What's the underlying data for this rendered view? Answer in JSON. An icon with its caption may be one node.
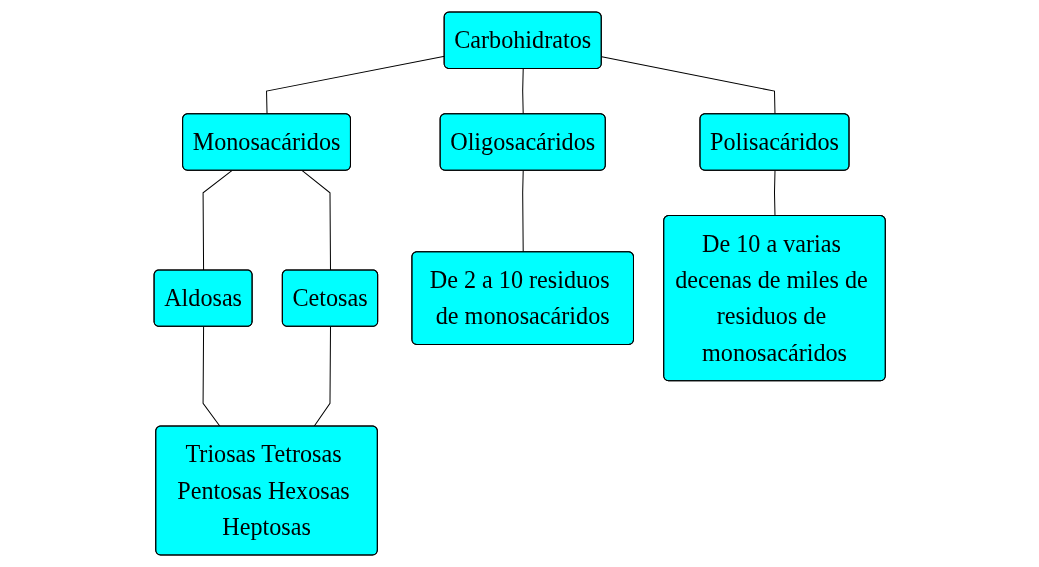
{
  "diagram": {
    "nodes": [
      {
        "text": [
          "Carbohidratos"
        ]
      },
      {
        "text": [
          "Monosacáridos"
        ]
      },
      {
        "text": [
          "Oligosacáridos"
        ]
      },
      {
        "text": [
          "Polisacáridos"
        ]
      },
      {
        "text": [
          "Aldosas"
        ]
      },
      {
        "text": [
          "Cetosas"
        ]
      },
      {
        "text": [
          "Triosas Tetrosas Pentosas Hexosas Heptosas"
        ]
      },
      {
        "text": [
          "De 2 a 10 residuos de monosacáridos"
        ]
      },
      {
        "text": [
          "De 10 a varias decenas de miles de residuos de monosacáridos"
        ]
      }
    ],
    "edges": [
      {
        "from": 0,
        "to": 1,
        "arrow": "none"
      },
      {
        "from": 0,
        "to": 2,
        "arrow": "none"
      },
      {
        "from": 0,
        "to": 3,
        "arrow": "none"
      },
      {
        "from": 1,
        "to": 4,
        "arrow": "none"
      },
      {
        "from": 1,
        "to": 5,
        "arrow": "none"
      },
      {
        "from": 4,
        "to": 6,
        "arrow": "none"
      },
      {
        "from": 5,
        "to": 6,
        "arrow": "none"
      },
      {
        "from": 2,
        "to": 7,
        "arrow": "none"
      },
      {
        "from": 3,
        "to": 8,
        "arrow": "none"
      }
    ]
  }
}
